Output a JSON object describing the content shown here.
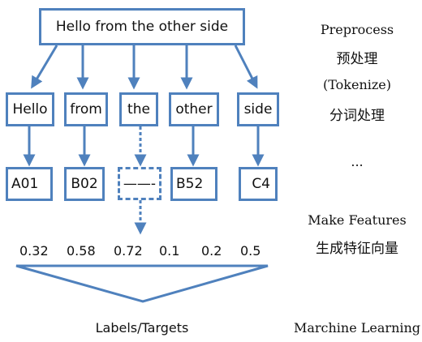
{
  "sentence": "Hello from the other side",
  "tokens": [
    "Hello",
    "from",
    "the",
    "other",
    "side"
  ],
  "ids": [
    "A01",
    "B02",
    "——-",
    "B52",
    "C4"
  ],
  "features": [
    "0.32",
    "0.58",
    "0.72",
    "0.1",
    "0.2",
    "0.5"
  ],
  "bottom_label": "Labels/Targets",
  "side_labels": {
    "preprocess": "Preprocess",
    "preprocess_zh": "预处理",
    "tokenize": "(Tokenize)",
    "tokenize_zh": "分词处理",
    "ellipsis": "...",
    "make_features": "Make Features",
    "make_features_zh": "生成特征向量",
    "ml": "Marchine Learning"
  },
  "colors": {
    "accent": "#4f81bd"
  }
}
